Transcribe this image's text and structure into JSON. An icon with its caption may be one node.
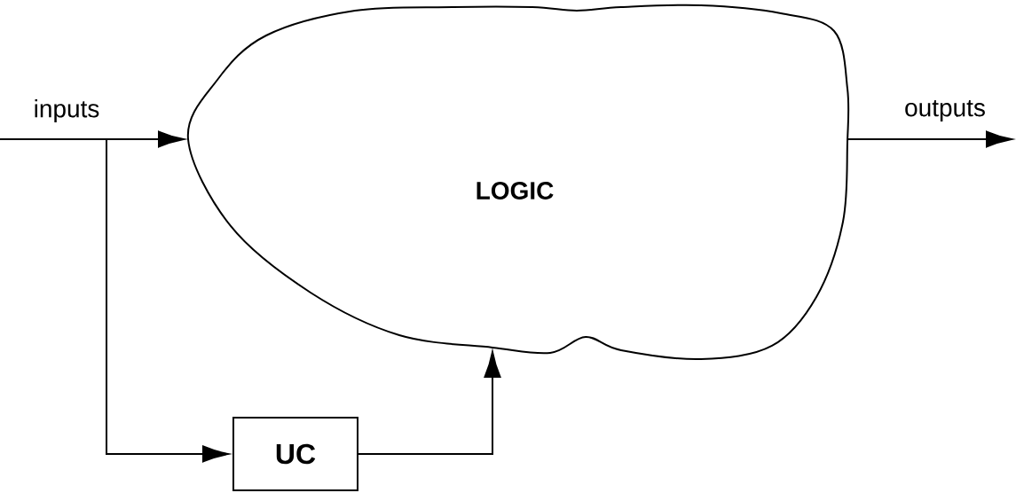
{
  "diagram": {
    "nodes": [
      {
        "text": [
          "LOGIC"
        ]
      },
      {
        "text": [
          "UC"
        ]
      }
    ],
    "edges": [
      {
        "from": null,
        "to": 0,
        "arrow": "to",
        "label": "inputs"
      },
      {
        "from": null,
        "to": 1,
        "arrow": "to"
      },
      {
        "from": 1,
        "to": 0,
        "arrow": "to"
      },
      {
        "from": 0,
        "to": null,
        "arrow": "to",
        "label": "outputs"
      }
    ]
  }
}
